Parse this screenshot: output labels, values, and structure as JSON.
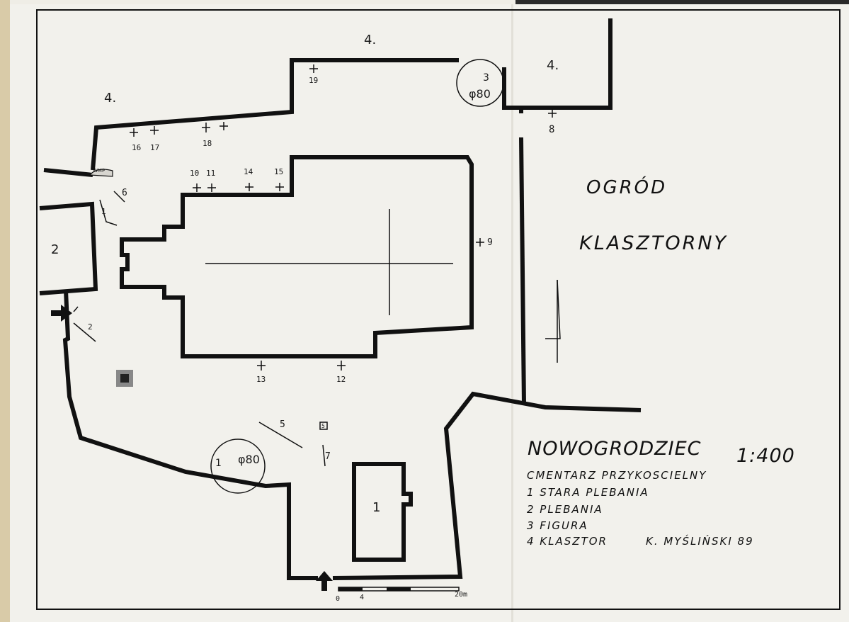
{
  "map": {
    "garden_line1": "OGRÓD",
    "garden_line2": "KLASZTORNY",
    "title": "NOWOGRODZIEC",
    "scale": "1:400",
    "subtitle": "CMENTARZ PRZYKOSCIELNY",
    "legend": [
      "1 STARA PLEBANIA",
      "2 PLEBANIA",
      "3 FIGURA",
      "4 KLASZTOR"
    ],
    "author": "K. MYŚLIŃSKI 89",
    "area_labels": {
      "klasztor_top": "4.",
      "klasztor_left": "4.",
      "klasztor_right": "4.",
      "plebania": "2",
      "stara_plebania": "1",
      "figura": "3",
      "figura_dim": "φ80",
      "tree_number": "1",
      "tree_dim": "φ80",
      "wmp": "WMP"
    },
    "points": {
      "p1": "1",
      "p2": "2",
      "p5": "5",
      "p5box": "5",
      "p6": "6",
      "p7": "7",
      "p8": "8",
      "p9": "9",
      "p10": "10",
      "p11": "11",
      "p12": "12",
      "p13": "13",
      "p14": "14",
      "p15": "15",
      "p16": "16",
      "p17": "17",
      "p18": "18",
      "p19": "19"
    },
    "scale_bar": {
      "start": "0",
      "mid": "4",
      "end": "20m"
    }
  }
}
